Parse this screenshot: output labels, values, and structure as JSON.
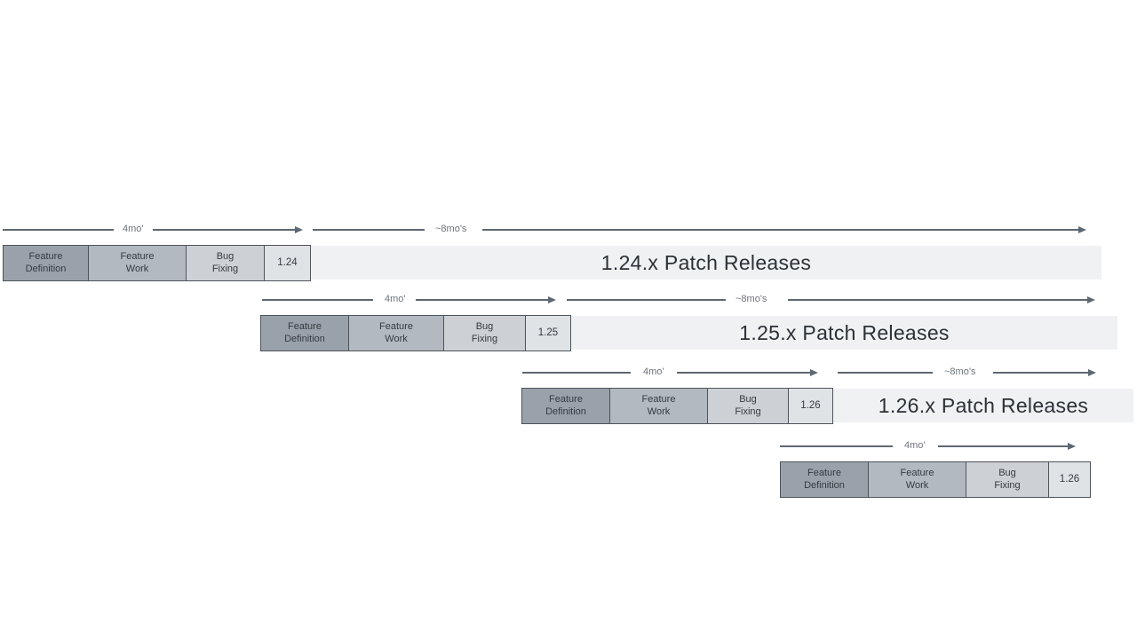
{
  "palette": {
    "feature_definition": "#99a2ab",
    "feature_work": "#b3b9c1",
    "bug_fixing": "#cdd1d6",
    "version_box": "#e0e3e6",
    "patch_bar": "#eff1f3",
    "block_border": "#4d545a",
    "block_text": "#353a40",
    "arrow": "#5d6872",
    "arrow_label": "#6d747c",
    "patch_text": "#2c3136"
  },
  "phases": {
    "feature_definition": "Feature Definition",
    "feature_work": "Feature Work",
    "bug_fixing": "Bug Fixing"
  },
  "arrow_labels": {
    "four_months": "4mo'",
    "eight_months": "~8mo's"
  },
  "rows": [
    {
      "version": "1.24",
      "patch_label": "1.24.x Patch Releases"
    },
    {
      "version": "1.25",
      "patch_label": "1.25.x Patch Releases"
    },
    {
      "version": "1.26",
      "patch_label": "1.26.x Patch Releases"
    },
    {
      "version": "1.26",
      "patch_label": ""
    }
  ]
}
